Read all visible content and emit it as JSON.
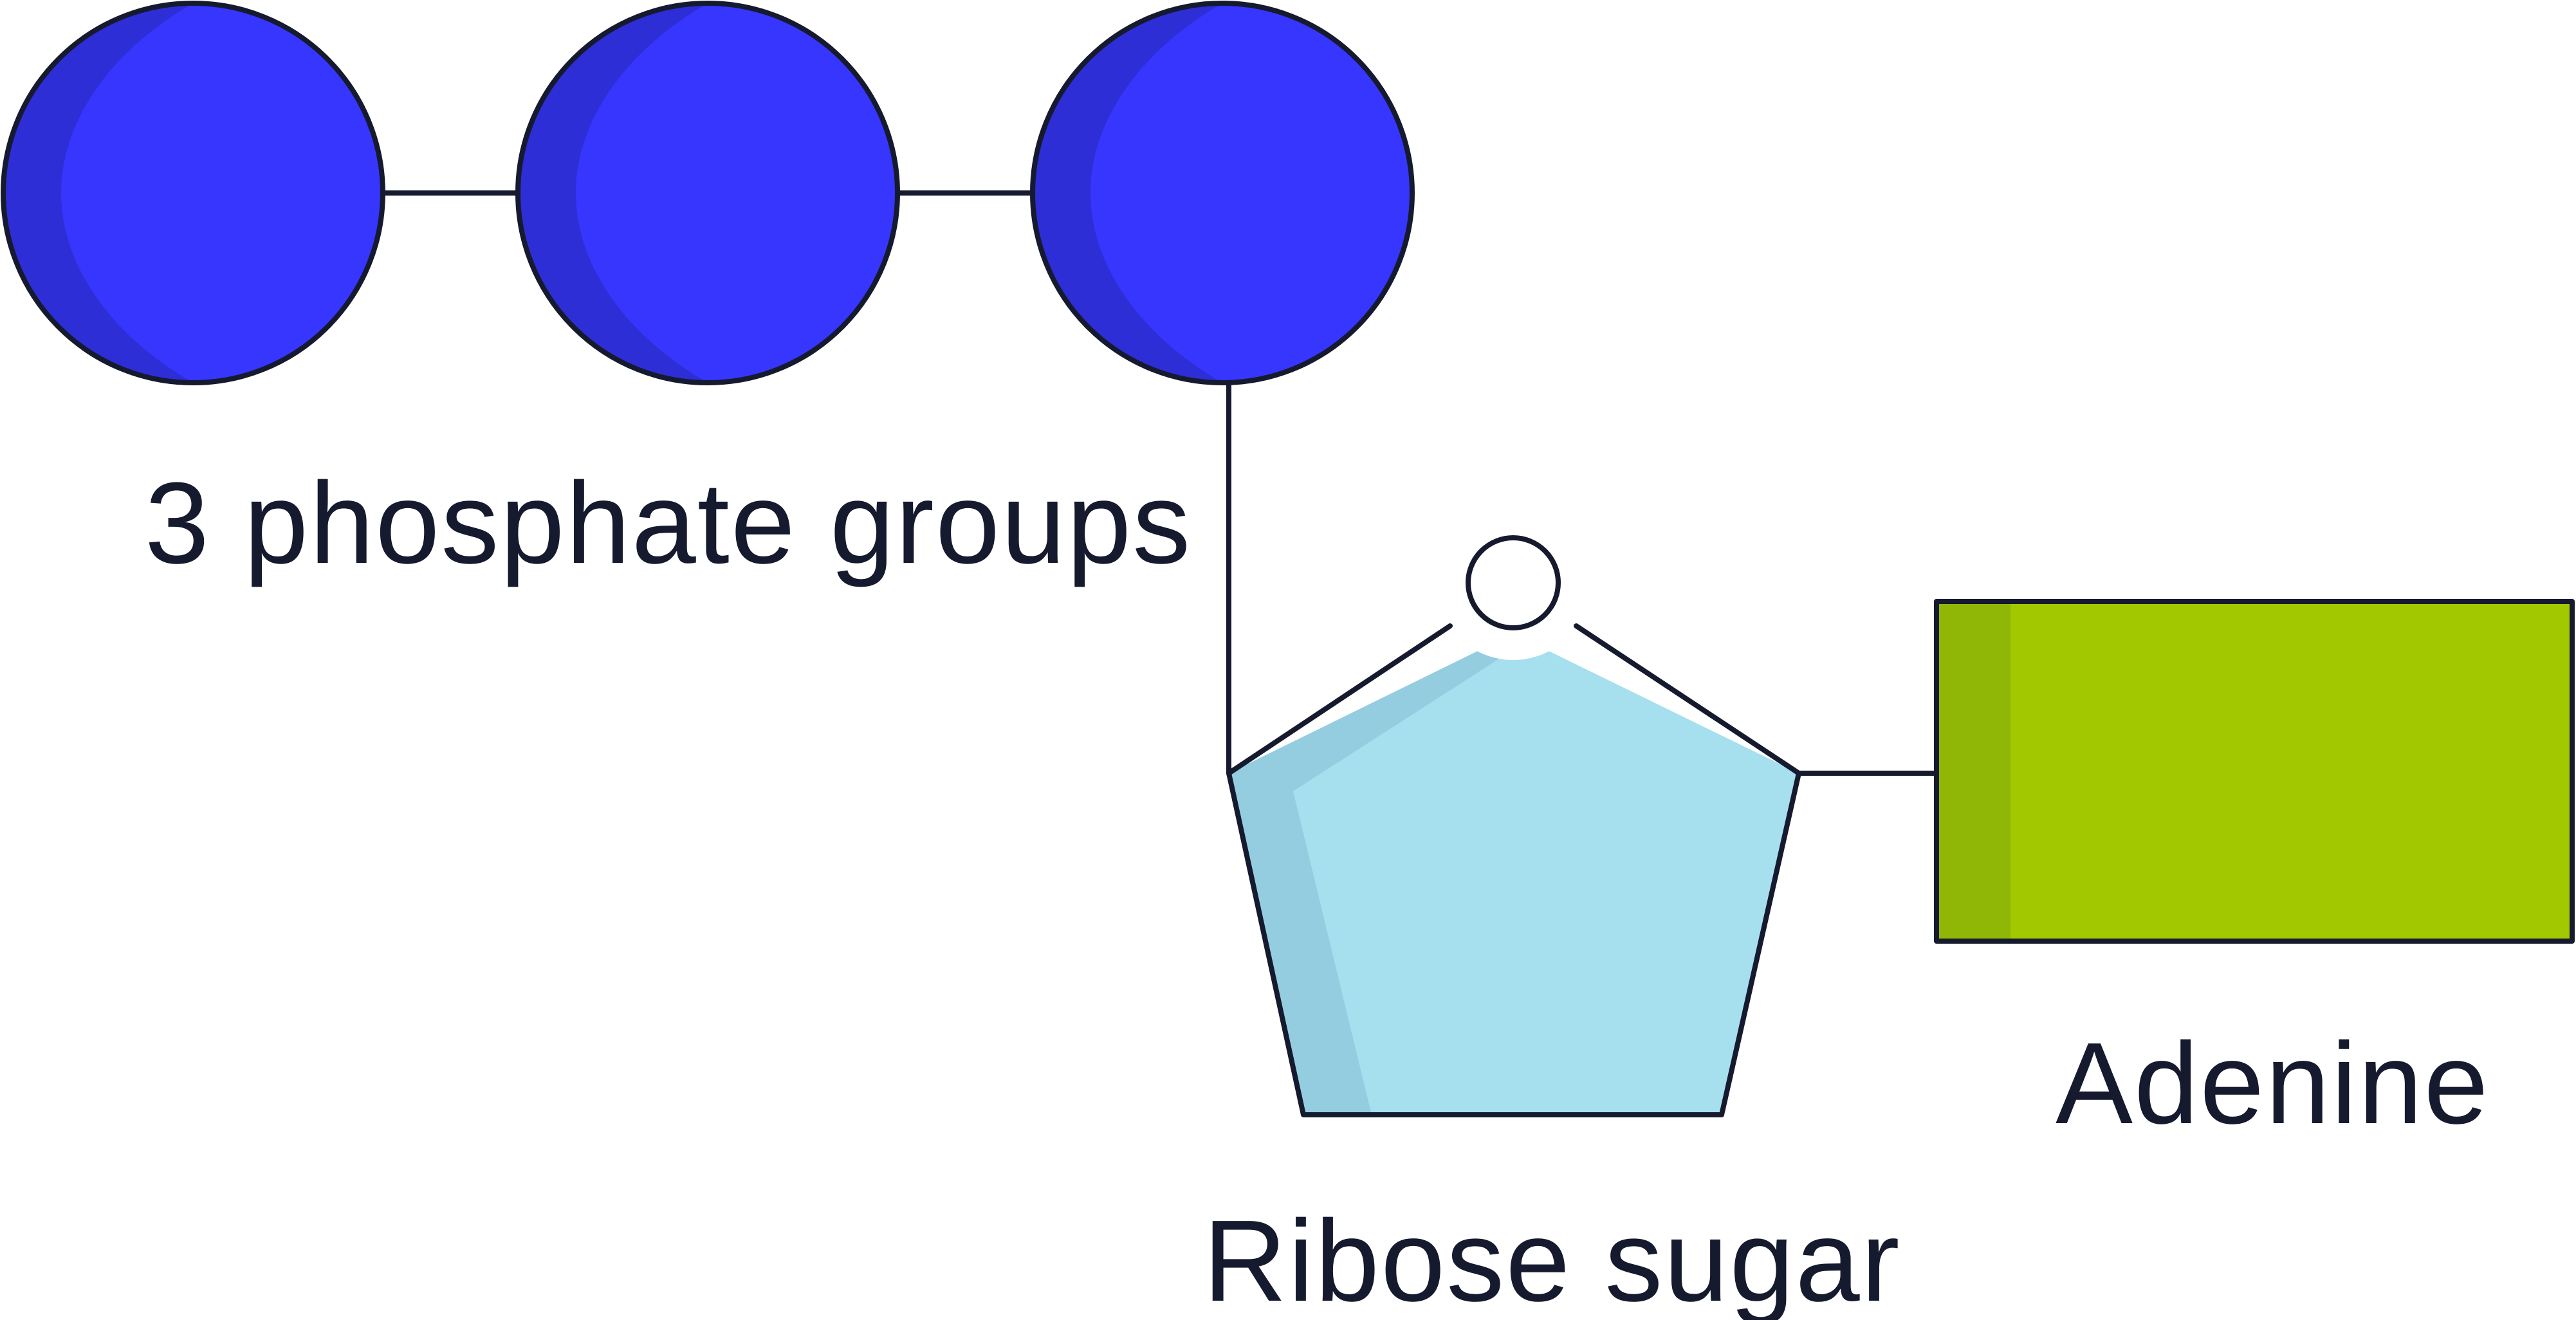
{
  "labels": {
    "phosphate": "3 phosphate groups",
    "ribose": "Ribose sugar",
    "adenine": "Adenine"
  },
  "colors": {
    "phosphate_fill": "#3636ff",
    "phosphate_shade": "#2e2ed6",
    "ribose_fill": "#a6e0ef",
    "ribose_shade": "#95cde0",
    "adenine_fill": "#a2c800",
    "adenine_shade": "#91b706",
    "outline": "#161a2e",
    "text": "#161a2e"
  }
}
